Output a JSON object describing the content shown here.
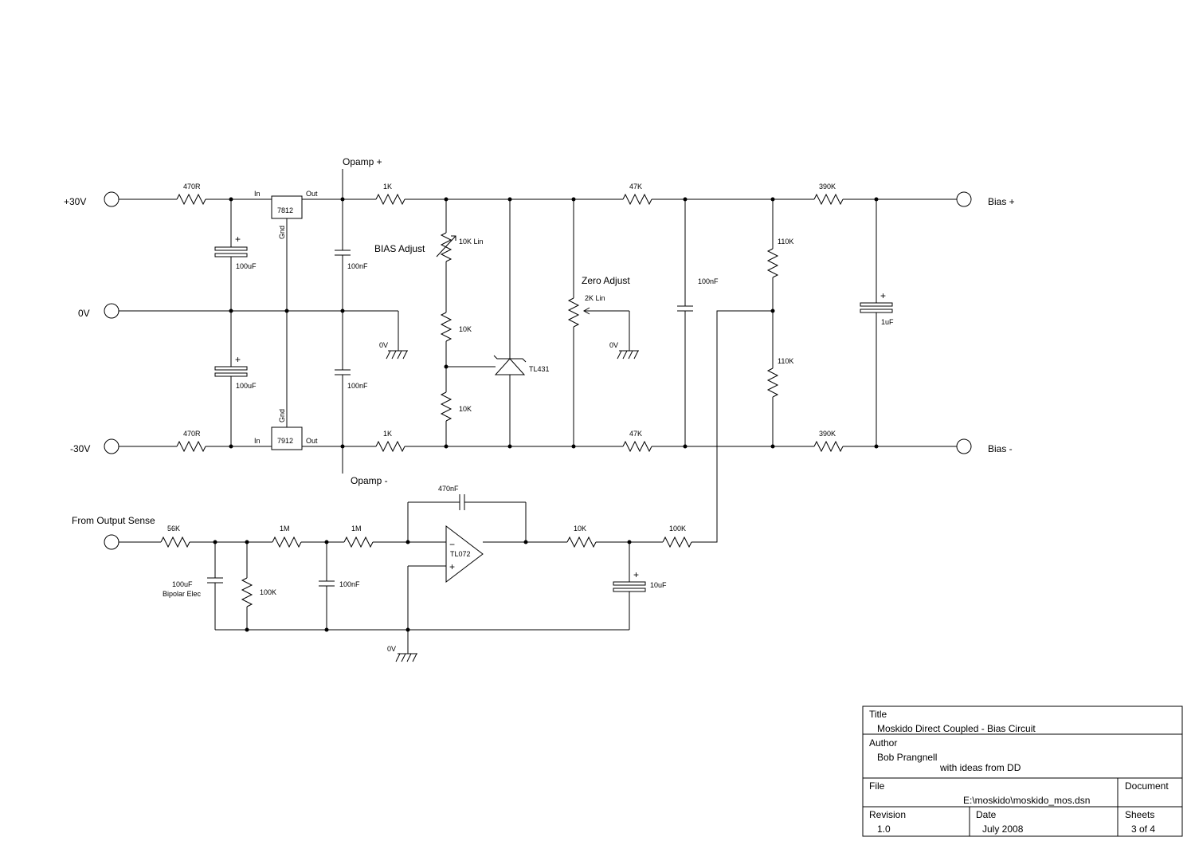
{
  "terminals": {
    "pos30": "+30V",
    "zero": "0V",
    "neg30": "-30V",
    "bias_pos": "Bias +",
    "bias_neg": "Bias -",
    "sense": "From Output Sense"
  },
  "rails": {
    "opamp_pos": "Opamp +",
    "opamp_neg": "Opamp -"
  },
  "regulators": {
    "pos_part": "7812",
    "neg_part": "7912",
    "in_label": "In",
    "out_label": "Out",
    "gnd_label": "Gnd"
  },
  "components": {
    "r_in_top": "470R",
    "r_in_bot": "470R",
    "c_top": "100uF",
    "c_bot": "100uF",
    "c_reg_top": "100nF",
    "c_reg_bot": "100nF",
    "r_1k_top": "1K",
    "r_1k_bot": "1K",
    "pot_bias": "10K Lin",
    "pot_bias_label": "BIAS Adjust",
    "r_10k_a": "10K",
    "r_10k_b": "10K",
    "shunt_ref": "TL431",
    "pot_zero": "2K Lin",
    "pot_zero_label": "Zero Adjust",
    "r_47k_top": "47K",
    "r_47k_bot": "47K",
    "c_mid": "100nF",
    "r_110k_a": "110K",
    "r_110k_b": "110K",
    "r_390k_top": "390K",
    "r_390k_bot": "390K",
    "c_out": "1uF",
    "r_56k": "56K",
    "c_bp": "100uF",
    "c_bp_type": "Bipolar Elec",
    "r_100k_sh": "100K",
    "r_1m_a": "1M",
    "r_1m_b": "1M",
    "c_100nf_f": "100nF",
    "c_fb": "470nF",
    "opamp": "TL072",
    "r_10k_o": "10K",
    "c_10uf": "10uF",
    "r_100k_o": "100K"
  },
  "grounds": {
    "g1": "0V",
    "g2": "0V",
    "g3": "0V"
  },
  "opamp_pins": {
    "minus": "−",
    "plus": "+"
  },
  "polarity_mark": "+",
  "title_block": {
    "title_label": "Title",
    "title": "Moskido Direct Coupled - Bias Circuit",
    "author_label": "Author",
    "author": "Bob Prangnell",
    "author_note": "with ideas from DD",
    "file_label": "File",
    "file": "E:\\moskido\\moskido_mos.dsn",
    "document_label": "Document",
    "revision_label": "Revision",
    "revision": "1.0",
    "date_label": "Date",
    "date": "July 2008",
    "sheets_label": "Sheets",
    "sheets": "3 of 4"
  }
}
